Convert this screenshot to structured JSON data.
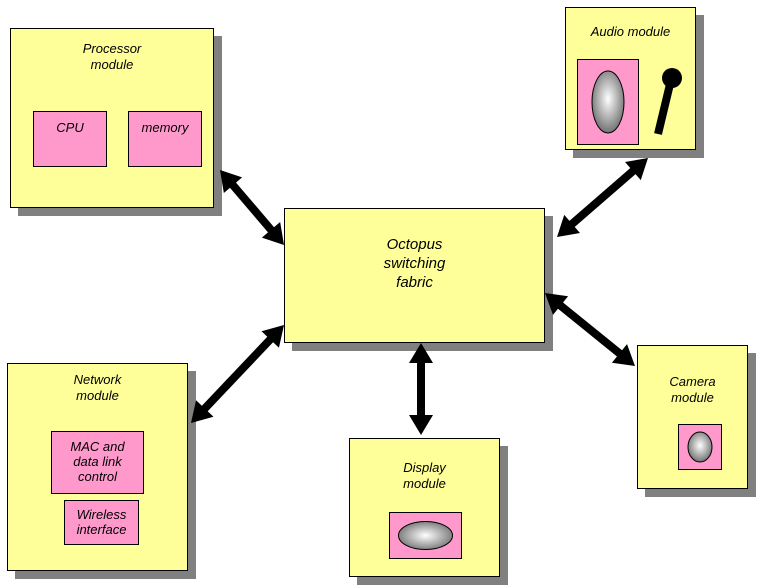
{
  "colors": {
    "module_fill": "#ffff99",
    "submodule_fill": "#ff99cc",
    "shadow": "#808080",
    "arrow": "#000000"
  },
  "hub": {
    "label": "Octopus\nswitching\nfabric"
  },
  "modules": {
    "processor": {
      "title": "Processor\nmodule",
      "cpu": "CPU",
      "memory": "memory"
    },
    "audio": {
      "title": "Audio module",
      "speaker_icon": "speaker-icon",
      "microphone_icon": "microphone-icon"
    },
    "network": {
      "title": "Network\nmodule",
      "mac": "MAC and\ndata link\ncontrol",
      "wireless": "Wireless\ninterface"
    },
    "display": {
      "title": "Display\nmodule",
      "screen_icon": "screen-icon"
    },
    "camera": {
      "title": "Camera\nmodule",
      "lens_icon": "camera-lens-icon"
    }
  }
}
